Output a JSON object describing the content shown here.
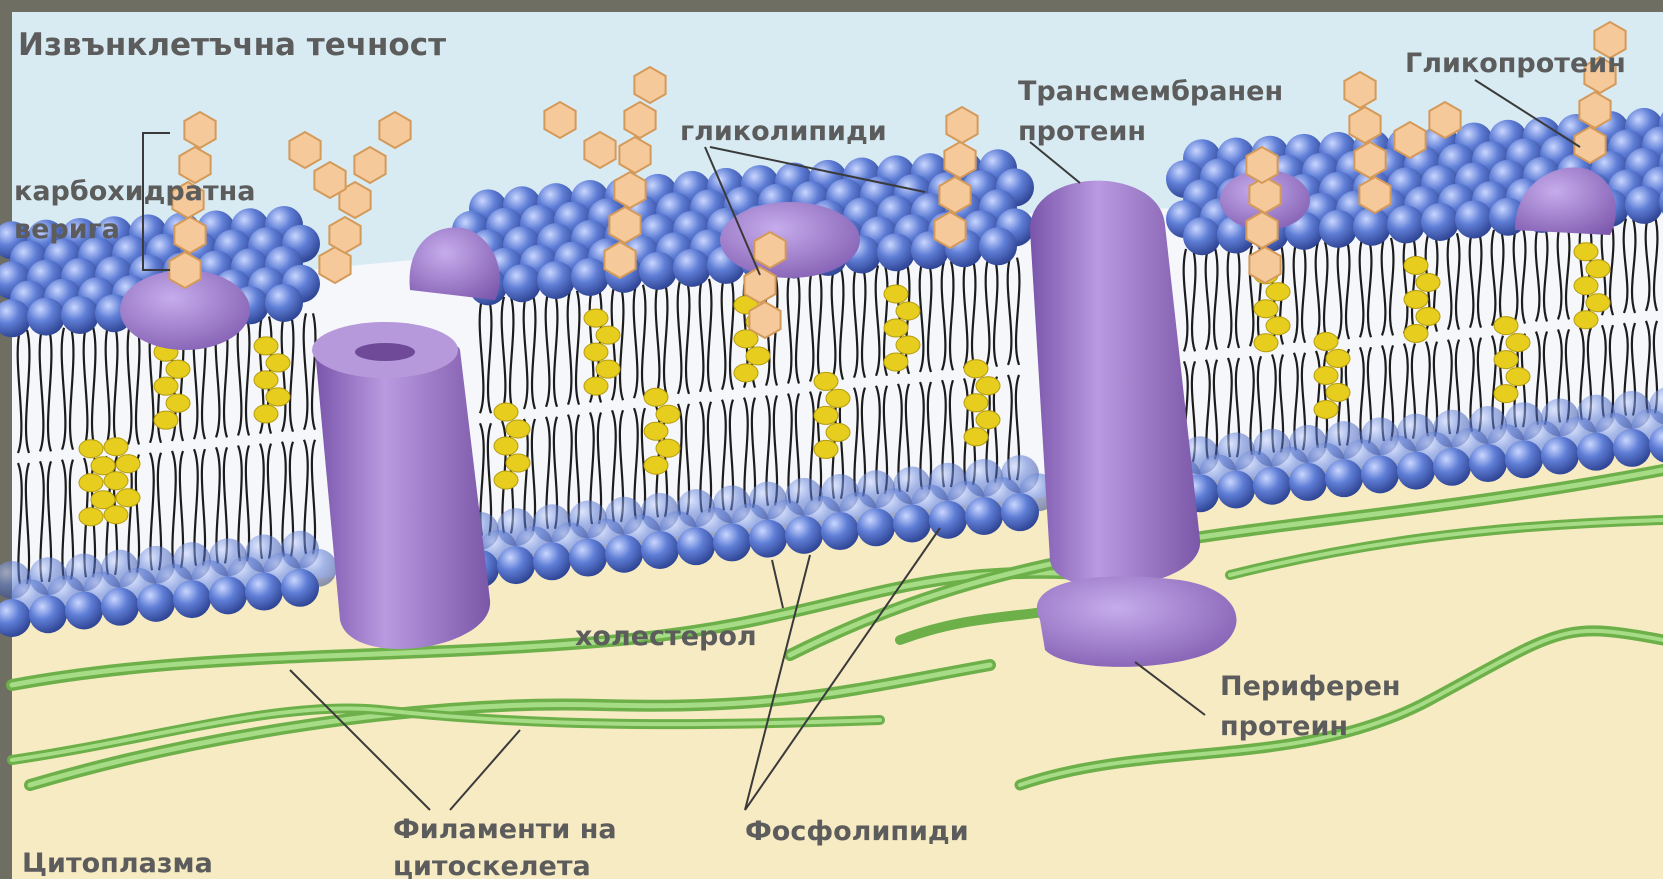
{
  "labels": {
    "extracellular": "Извънклетъчна течност",
    "carb_line1": "карбохидратна",
    "carb_line2": "верига",
    "glycolipids": "гликолипиди",
    "transmembrane_line1": "Трансмембранен",
    "transmembrane_line2": "протеин",
    "glycoprotein": "Гликопротеин",
    "cholesterol": "холестерол",
    "peripheral_line1": "Периферен",
    "peripheral_line2": "протеин",
    "filaments_line1": "Филаменти на",
    "filaments_line2": "цитоскелета",
    "phospholipids": "Фосфолипиди",
    "cytoplasm": "Цитоплазма"
  },
  "colors": {
    "frame": "#6e6e62",
    "extracellular_fluid": "#d8ebf3",
    "cytoplasm": "#f7ebc4",
    "phospholipid_head": "#4a68c9",
    "protein": "#9d7ac6",
    "carbohydrate": "#f6c99a",
    "cholesterol": "#e6cd1e",
    "filament": "#8cc96a",
    "label_text": "#5c5c5c"
  }
}
